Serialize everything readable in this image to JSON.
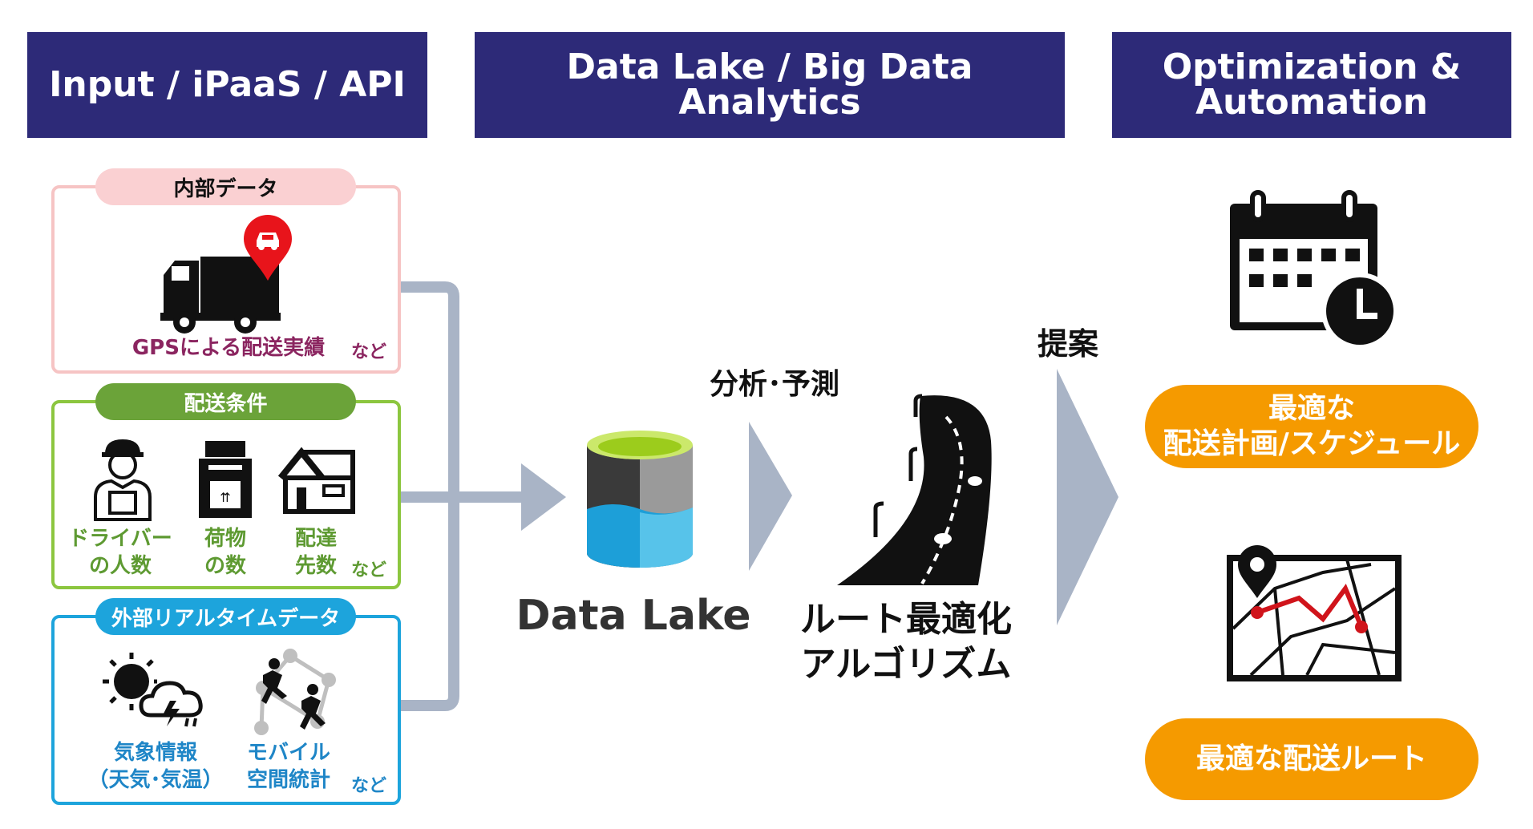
{
  "headers": {
    "input": "Input / iPaaS / API",
    "datalake": "Data Lake / Big Data Analytics",
    "optimization_line1": "Optimization &",
    "optimization_line2": "Automation"
  },
  "internal": {
    "title": "内部データ",
    "caption": "GPSによる配送実績",
    "etc": "など"
  },
  "conditions": {
    "title": "配送条件",
    "driver_line1": "ドライバー",
    "driver_line2": "の人数",
    "cargo_line1": "荷物",
    "cargo_line2": "の数",
    "dest_line1": "配達",
    "dest_line2": "先数",
    "etc": "など"
  },
  "external": {
    "title": "外部リアルタイムデータ",
    "weather_line1": "気象情報",
    "weather_line2": "（天気･気温）",
    "mobile_line1": "モバイル",
    "mobile_line2": "空間統計",
    "etc": "など"
  },
  "center": {
    "datalake_label": "Data Lake",
    "analysis_label": "分析･予測",
    "algo_line1": "ルート最適化",
    "algo_line2": "アルゴリズム",
    "proposal_label": "提案"
  },
  "outputs": {
    "schedule_line1": "最適な",
    "schedule_line2": "配送計画/スケジュール",
    "route": "最適な配送ルート"
  },
  "colors": {
    "header_bg": "#2d2a78",
    "arrow": "#a9b4c6",
    "internal_border": "#f6c4c4",
    "conditions": "#6ba339",
    "external": "#1da4dc",
    "output_pill": "#f59a00",
    "gps_text": "#8b2560"
  }
}
